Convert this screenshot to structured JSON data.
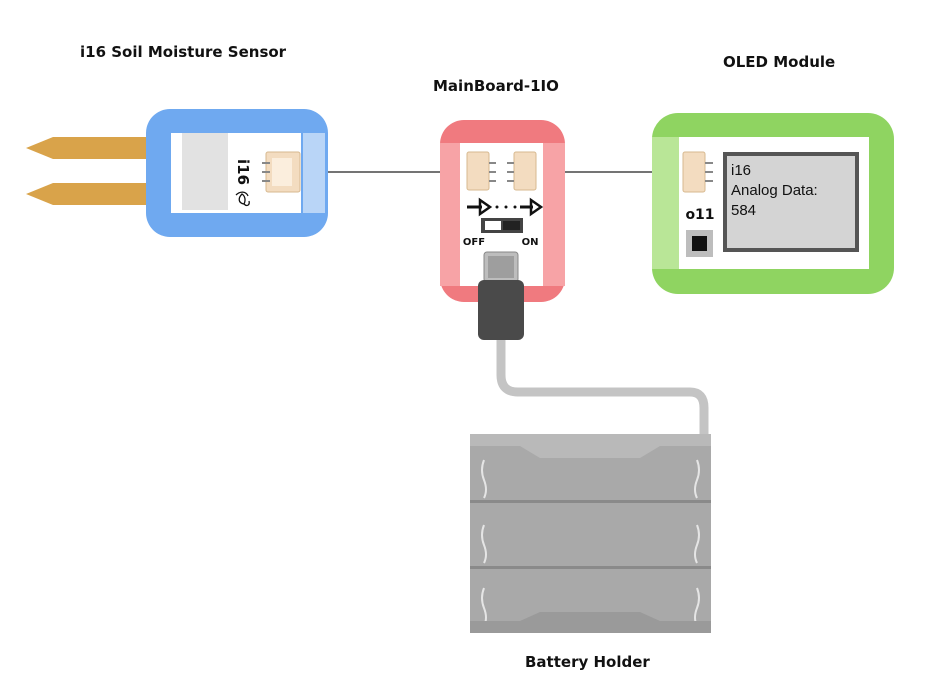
{
  "modules": {
    "sensor": {
      "title": "i16 Soil Moisture Sensor",
      "port_label": "i16"
    },
    "mainboard": {
      "title": "MainBoard-1IO",
      "switch_off": "OFF",
      "switch_on": "ON"
    },
    "oled": {
      "title": "OLED  Module",
      "port_label": "o11",
      "screen_lines": [
        "i16",
        "Analog Data:",
        "584"
      ]
    },
    "battery": {
      "title": "Battery Holder"
    }
  },
  "colors": {
    "sensor_frame": "#6fa9f0",
    "mainboard_frame": "#f07a7f",
    "oled_frame": "#8fd461",
    "probe": "#d9a34a",
    "battery": "#a9a9a9"
  }
}
